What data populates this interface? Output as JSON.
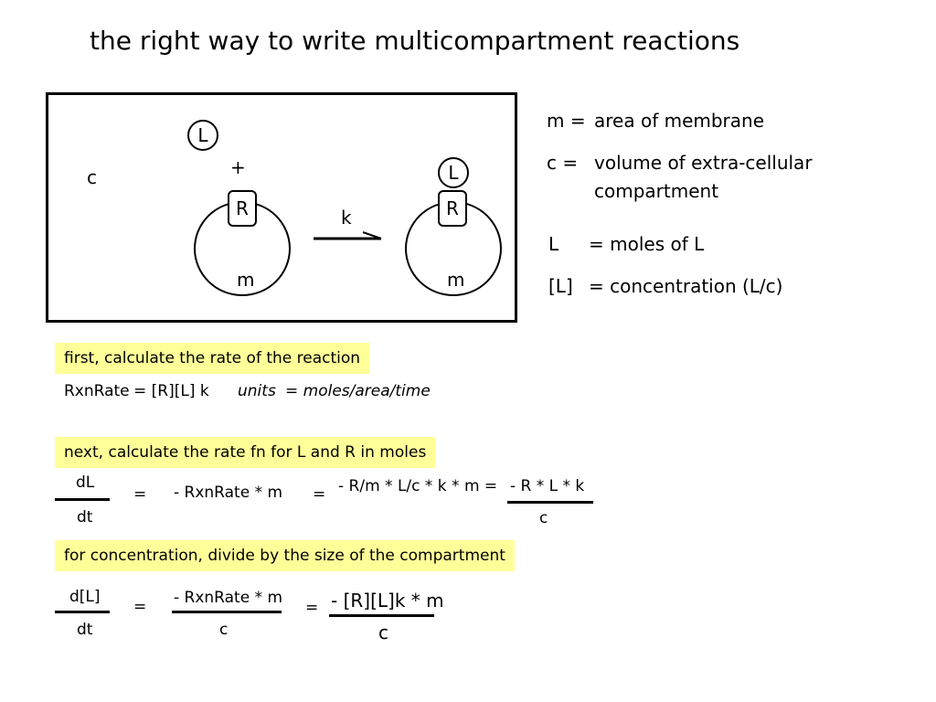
{
  "title": "the right way to write multicompartment reactions",
  "diagram": {
    "compartment_label": "c",
    "ligand": "L",
    "plus": "+",
    "receptor": "R",
    "membrane_label": "m",
    "rate_constant": "k",
    "product_ligand": "L",
    "product_receptor": "R",
    "product_membrane_label": "m"
  },
  "definitions": [
    {
      "symbol": "m =",
      "text": "area of membrane"
    },
    {
      "symbol": "c  =",
      "text": "volume of extra-cellular",
      "text2": "compartment"
    },
    {
      "symbol": "L",
      "text": "= moles of L"
    },
    {
      "symbol": "[L]",
      "text": "= concentration (L/c)"
    }
  ],
  "step1": {
    "heading": "first, calculate the rate of the reaction",
    "formula_lhs": "RxnRate",
    "formula_rhs": "= [R][L] k",
    "units_label": "units",
    "units_value": "= moles/area/time"
  },
  "step2": {
    "heading": "next, calculate the rate fn for L and R in moles",
    "num": "dL",
    "den": "dt",
    "eq1": "=",
    "term1": "- RxnRate * m",
    "eq2": "=",
    "term2": "- R/m * L/c * k * m =",
    "frac_num": "- R * L * k",
    "frac_den": "c"
  },
  "step3": {
    "heading": "for concentration, divide by the size of the compartment",
    "num": "d[L]",
    "den": "dt",
    "eq1": "=",
    "frac1_num": "- RxnRate * m",
    "frac1_den": "c",
    "eq2": "=",
    "frac2_num": "- [R][L]k * m",
    "frac2_den": "c"
  }
}
